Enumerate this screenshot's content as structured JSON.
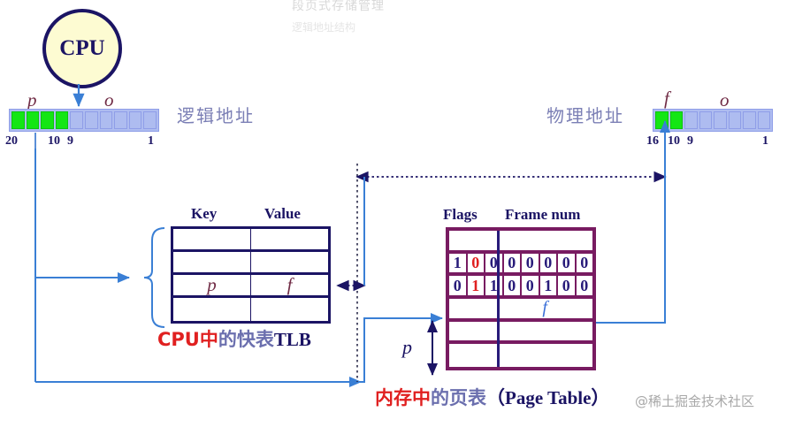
{
  "page": {
    "title_faint": "段页式存储管理",
    "subtitle_faint": "逻辑地址结构",
    "watermark": "@稀土掘金技术社区"
  },
  "cpu": {
    "label": "CPU"
  },
  "logical_address": {
    "caption": "逻辑地址",
    "page_field_label": "p",
    "offset_field_label": "o",
    "ticks": {
      "left": "20",
      "mid_left": "10",
      "mid_right": "9",
      "right": "1"
    },
    "green_cells": 4,
    "blue_cells": 6
  },
  "physical_address": {
    "caption": "物理地址",
    "frame_field_label": "f",
    "offset_field_label": "o",
    "ticks": {
      "left": "16",
      "mid_left": "10",
      "mid_right": "9",
      "right": "1"
    },
    "green_cells": 2,
    "blue_cells": 6
  },
  "tlb": {
    "headers": {
      "key": "Key",
      "value": "Value"
    },
    "rows": [
      {
        "key": "",
        "value": ""
      },
      {
        "key": "",
        "value": ""
      },
      {
        "key": "p",
        "value": "f"
      },
      {
        "key": "",
        "value": ""
      }
    ],
    "caption_red": "CPU中",
    "caption_blue": "的快表",
    "caption_navy": "TLB"
  },
  "page_table": {
    "headers": {
      "flags": "Flags",
      "frame_num": "Frame num"
    },
    "rows": [
      {
        "type": "empty"
      },
      {
        "type": "bits",
        "bits": [
          "1",
          "0",
          "0",
          "0",
          "0",
          "0",
          "0",
          "0"
        ],
        "red_index": 1
      },
      {
        "type": "bits",
        "bits": [
          "0",
          "1",
          "1",
          "0",
          "0",
          "1",
          "0",
          "0"
        ],
        "red_index": 1
      },
      {
        "type": "frame",
        "frame_label": "f"
      },
      {
        "type": "empty"
      },
      {
        "type": "empty"
      }
    ],
    "index_label": "p",
    "caption_red": "内存中",
    "caption_blue": "的页表",
    "caption_navy": "（Page Table）"
  },
  "colors": {
    "navy": "#1b1464",
    "purple": "#781b61",
    "blue_line": "#3a7fd5",
    "green_cell": "#14e614",
    "blue_cell": "#aebcf0",
    "red_text": "#e02020",
    "var_text": "#702b45",
    "cn_label": "#7b7fb5"
  }
}
